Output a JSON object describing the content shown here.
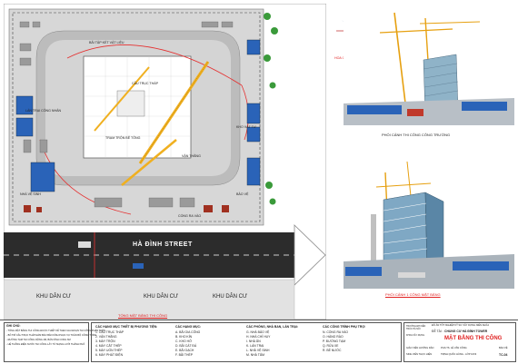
{
  "plan": {
    "street_label": "HÀ ĐÌNH STREET",
    "residential_labels": [
      "KHU DÂN CƯ",
      "KHU DÂN CƯ",
      "KHU DÂN CƯ"
    ],
    "plan_caption": "TỔNG MẶT BẰNG THI CÔNG",
    "site_labels": [
      "BÃI TẬP KẾT VẬT LIỆU",
      "TRẠM TRỘN BÊ TÔNG",
      "CẦU TRỤC THÁP",
      "VẬN THĂNG",
      "LÁN TRẠI CÔNG NHÂN",
      "KHO VẬT TƯ",
      "BẢO VỆ",
      "NHÀ VỆ SINH",
      "CỔNG RA VÀO"
    ]
  },
  "right": {
    "compass_caption": "HOA GIÓ TP.HÀ NỘI",
    "caption_top": "PHỐI CẢNH THI CÔNG CÔNG TRƯỜNG",
    "caption_bottom": "PHỐI CẢNH 1 CÔNG MẶT BẰNG"
  },
  "legend": {
    "notes_title": "GHI CHÚ:",
    "notes": [
      "- TỔNG MẶT BẰNG THI CÔNG ĐƯỢC THIẾT KẾ THEO GIAI ĐOẠN THI CÔNG PHẦN THÂN",
      "- BỐ TRÍ CẦU TRỤC THÁP ĐẢM BẢO BÁN KÍNH PHỤC VỤ TOÀN BỘ CÔNG TRÌNH",
      "- ĐƯỜNG TẠM THI CÔNG RỘNG 4M, BÁN KÍNH CONG 6M",
      "- HỆ THỐNG ĐIỆN NƯỚC THI CÔNG LẤY TỪ MẠNG LƯỚI THÀNH PHỐ"
    ],
    "col1_title": "CÁC HẠNG MỤC THIẾT BỊ PHƯƠNG TIỆN:",
    "col1": [
      "1. CẦU TRỤC THÁP",
      "2. VẬN THĂNG",
      "3. MÁY TRỘN",
      "4. MÁY CẮT THÉP",
      "5. MÁY UỐN THÉP",
      "6. MÁY PHÁT ĐIỆN"
    ],
    "col2_title": "CÁC HẠNG MỤC:",
    "col2": [
      "A. BÃI GIA CÔNG",
      "B. KHO KÍN",
      "C. KHO HỞ",
      "D. BÃI CÁT ĐÁ",
      "E. BÃI GẠCH",
      "F. BÃI THÉP"
    ],
    "col3_title": "CÁC PHÒNG, NHÀ BAN, LÁN TRẠI:",
    "col3": [
      "G. NHÀ BẢO VỆ",
      "H. NHÀ CHỈ HUY",
      "I. NHÀ ĂN",
      "K. LÁN TRẠI",
      "L. NHÀ VỆ SINH",
      "M. NHÀ TẮM"
    ],
    "col4_title": "CÁC CÔNG TRÌNH PHỤ TRỢ:",
    "col4": [
      "N. CỔNG RA VÀO",
      "O. HÀNG RÀO",
      "P. ĐƯỜNG TẠM",
      "Q. RỬA XE",
      "R. BỂ NƯỚC"
    ]
  },
  "title_block": {
    "header": "ĐỒ ÁN TỐT NGHIỆP KỸ SƯ XÂY DỰNG NIÊN KHÓA",
    "project_label": "ĐỀ TÀI :",
    "project_name": "CHUNG CƯ HÀ ĐÌNH TOWER",
    "drawing_title": "MẶT BẰNG THI CÔNG",
    "school": "TRƯỜNG ĐH KIẾN TRÚC HÀ NỘI",
    "faculty": "KHOA XÂY DỰNG",
    "role1": "GIÁO VIÊN HƯỚNG DẪN",
    "role2": "SINH VIÊN THỰC HIỆN",
    "teacher": "PGS.TS. LÊ VĂN CÔNG",
    "student": "TRỊNH QUỐC HÙNG - LỚP 10X3",
    "sheet_label": "BẢN VẼ",
    "sheet_no": "TC-04"
  }
}
